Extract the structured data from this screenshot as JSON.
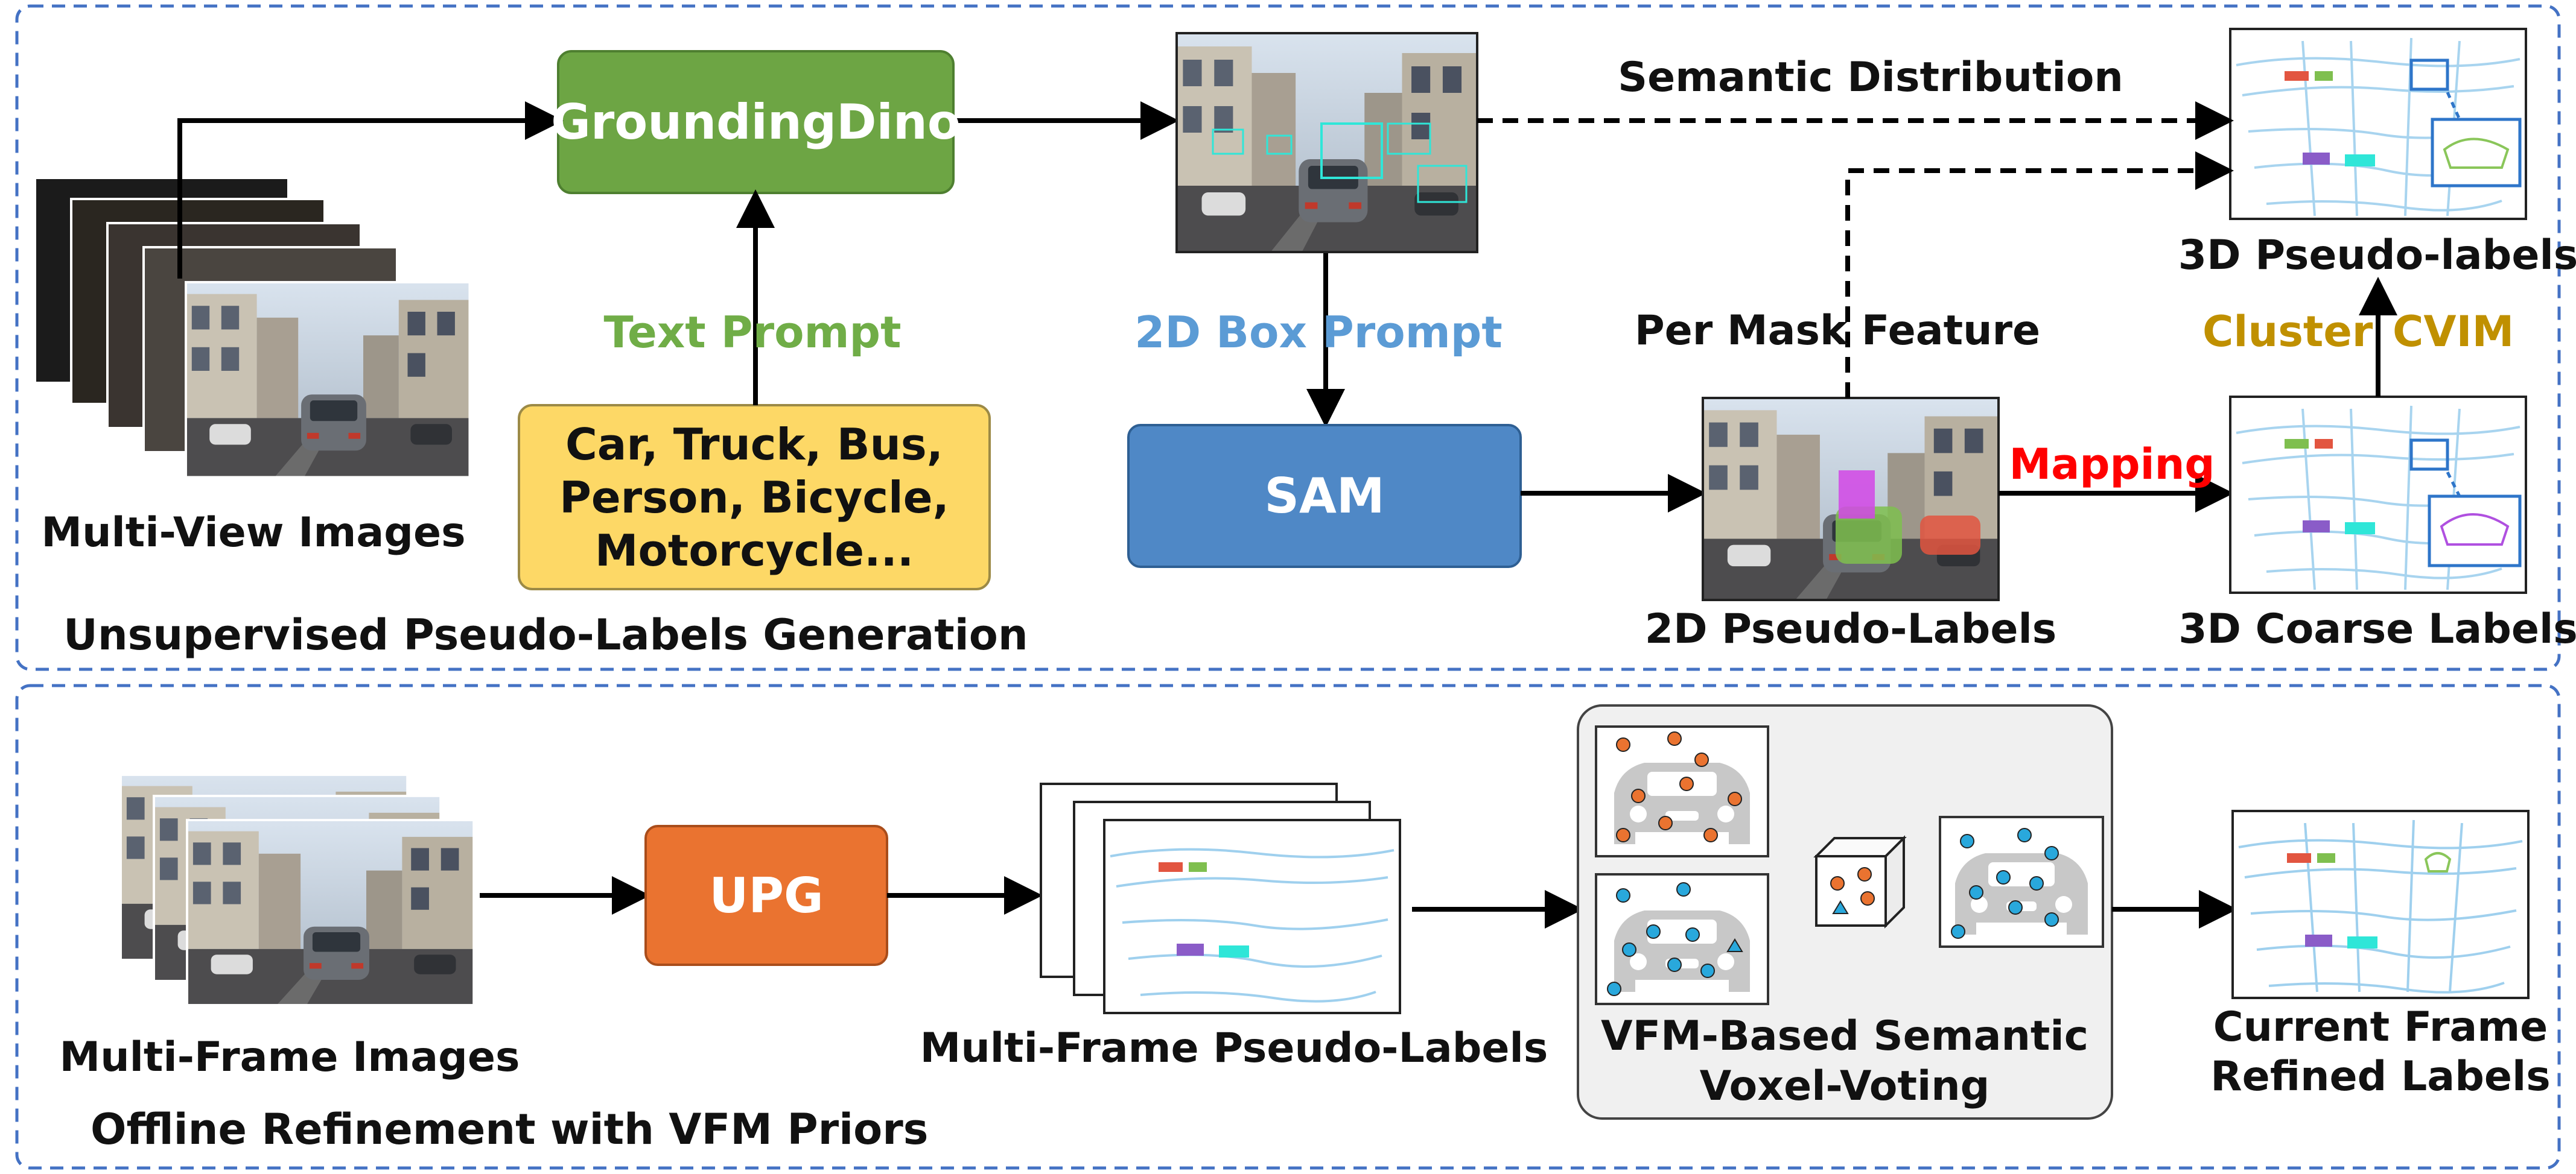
{
  "top_section": {
    "title": "Unsupervised Pseudo-Labels Generation",
    "multi_view_label": "Multi-View Images",
    "groundingdino_label": "GroundingDino",
    "text_prompt_label": "Text Prompt",
    "prompt_lines": [
      "Car, Truck, Bus,",
      "Person, Bicycle,",
      "Motorcycle..."
    ],
    "box_prompt_label": "2D Box Prompt",
    "sam_label": "SAM",
    "semantic_distribution_label": "Semantic Distribution",
    "per_mask_feature_label": "Per Mask Feature",
    "pseudo_labels_2d": "2D Pseudo-Labels",
    "mapping_label": "Mapping",
    "coarse_labels_3d": "3D Coarse Labels",
    "cluster_label": "Cluster",
    "cvim_label": "CVIM",
    "pseudo_labels_3d": "3D Pseudo-labels"
  },
  "bottom_section": {
    "title": "Offline Refinement with VFM Priors",
    "multi_frame_label": "Multi-Frame Images",
    "upg_label": "UPG",
    "multi_frame_pseudo_label": "Multi-Frame Pseudo-Labels",
    "voting_label_lines": [
      "VFM-Based Semantic",
      "Voxel-Voting"
    ],
    "refined_label_lines": [
      "Current Frame",
      "Refined Labels"
    ]
  },
  "colors": {
    "groundingdino": "#6da544",
    "prompt_box": "#fdd866",
    "sam": "#4f88c6",
    "upg": "#ea7330",
    "text_prompt": "#70ad47",
    "box_prompt": "#5b9bd5",
    "mapping": "#ff0000",
    "cluster_cvim": "#c09000",
    "dashed_border": "#4472c4"
  },
  "icons": [
    "street-photo",
    "lidar-point-cloud",
    "car-silhouette",
    "voxel-cube"
  ]
}
